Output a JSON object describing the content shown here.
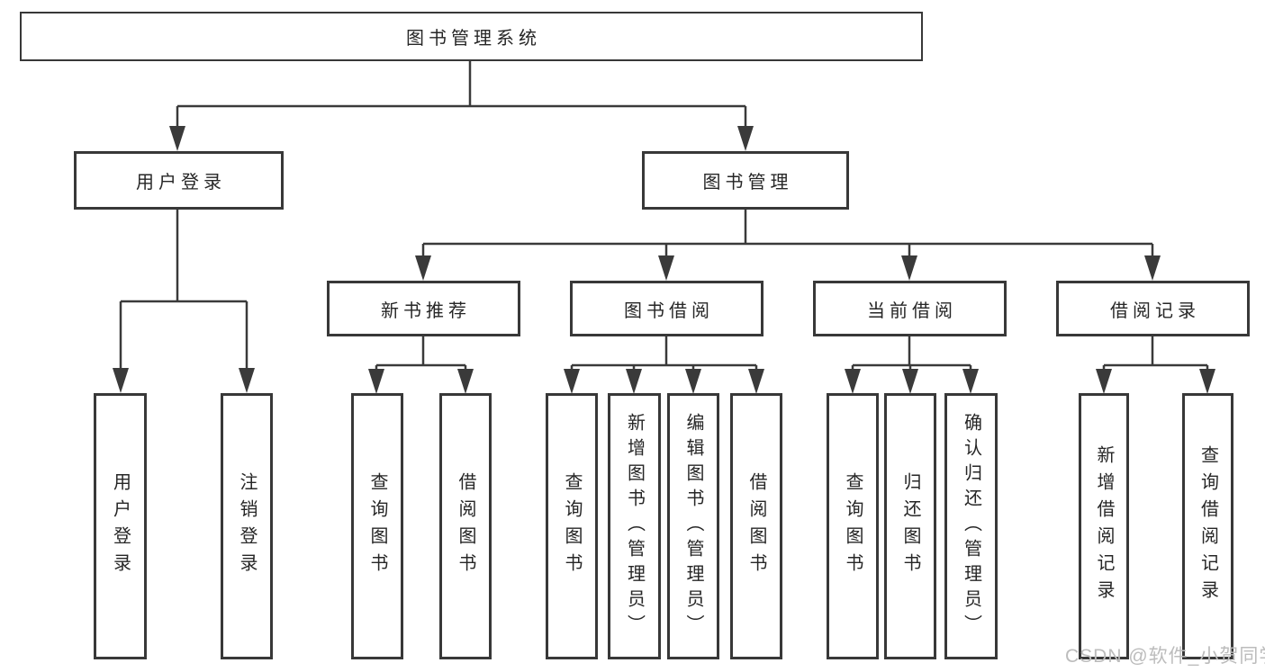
{
  "diagram_title": "图书管理系统",
  "nodes": {
    "root": {
      "label": "图书管理系统"
    },
    "level1": [
      {
        "label": "用户登录"
      },
      {
        "label": "图书管理"
      }
    ],
    "level2": [
      {
        "label": "新书推荐",
        "parent": "图书管理"
      },
      {
        "label": "图书借阅",
        "parent": "图书管理"
      },
      {
        "label": "当前借阅",
        "parent": "图书管理"
      },
      {
        "label": "借阅记录",
        "parent": "图书管理"
      }
    ],
    "leaves": [
      {
        "label": "用户登录",
        "parent": "用户登录"
      },
      {
        "label": "注销登录",
        "parent": "用户登录"
      },
      {
        "label": "查询图书",
        "parent": "新书推荐"
      },
      {
        "label": "借阅图书",
        "parent": "新书推荐"
      },
      {
        "label": "查询图书",
        "parent": "图书借阅"
      },
      {
        "label": "新增图书（管理员）",
        "parent": "图书借阅"
      },
      {
        "label": "编辑图书（管理员）",
        "parent": "图书借阅"
      },
      {
        "label": "借阅图书",
        "parent": "图书借阅"
      },
      {
        "label": "查询图书",
        "parent": "当前借阅"
      },
      {
        "label": "归还图书",
        "parent": "当前借阅"
      },
      {
        "label": "确认归还（管理员）",
        "parent": "当前借阅"
      },
      {
        "label": "新增借阅记录",
        "parent": "借阅记录"
      },
      {
        "label": "查询借阅记录",
        "parent": "借阅记录"
      }
    ]
  },
  "watermark": {
    "text": "CSDN @软件_小贺同学"
  },
  "colors": {
    "line": "#3a3a3a",
    "border": "#383838",
    "text": "#262626",
    "watermark": "#bcbcbc",
    "background": "#ffffff"
  }
}
